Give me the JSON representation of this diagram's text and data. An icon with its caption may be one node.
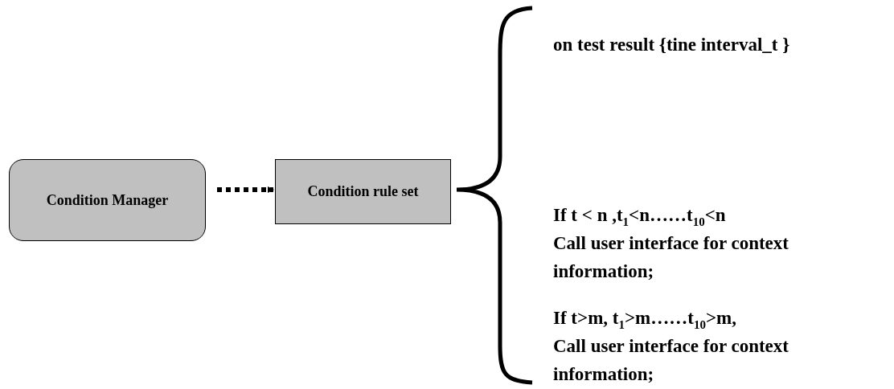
{
  "diagram": {
    "nodes": [
      {
        "text": [
          "Condition Manager"
        ]
      },
      {
        "text": [
          "Condition rule set"
        ]
      }
    ],
    "edges": [
      {
        "from": 0,
        "to": 1,
        "arrow": "to",
        "style": "dashed"
      }
    ],
    "labels": [
      "on test result {tine interval_t }",
      "If t < n ,t$_{1}$<n……t$_{10}$<n",
      "Call user interface for context information;",
      "If t>m, t$_{1}$>m……t$_{10}$>m,",
      "Call user interface for context information;"
    ]
  }
}
